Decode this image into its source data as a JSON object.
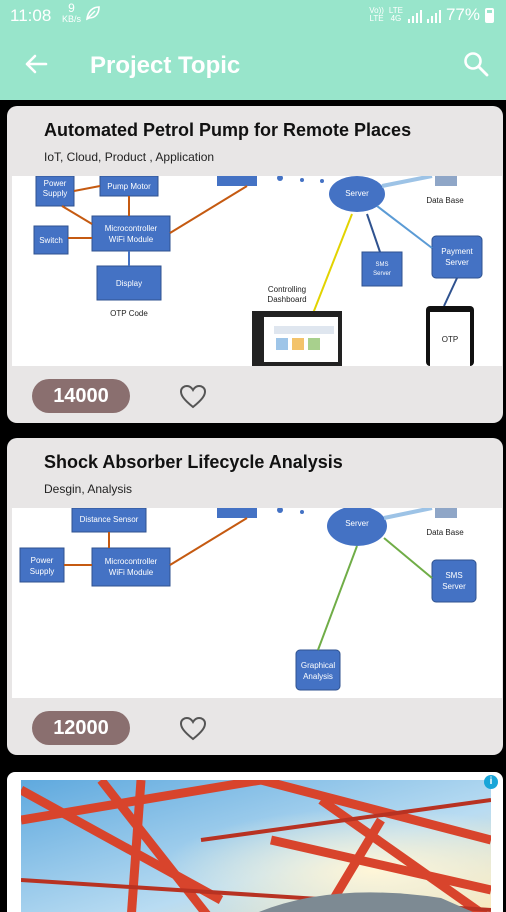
{
  "status_bar": {
    "time": "11:08",
    "notif_top": "9",
    "notif_bottom": "KB/s",
    "volte_top": "Vo))",
    "volte_bottom": "LTE",
    "lte_top": "LTE",
    "lte_bottom": "4G",
    "battery_percent": "77%",
    "icons": [
      "leaf-icon",
      "signal-icon",
      "battery-icon"
    ]
  },
  "app_bar": {
    "title": "Project Topic",
    "icons": [
      "back-arrow-icon",
      "search-icon"
    ]
  },
  "cards": [
    {
      "title": "Automated Petrol Pump for Remote Places",
      "tags": "IoT, Cloud, Product , Application",
      "price": "14000",
      "diagram": {
        "power_supply_1": "Power",
        "power_supply_2": "Supply",
        "pump_motor": "Pump Motor",
        "mcu_1": "Microcontroller",
        "mcu_2": "WiFi Module",
        "switch": "Switch",
        "display": "Display",
        "otp_code": "OTP Code",
        "server": "Server",
        "database": "Data Base",
        "sms_1": "SMS",
        "sms_2": "Server",
        "payment_1": "Payment",
        "payment_2": "Server",
        "controlling_1": "Controlling",
        "controlling_2": "Dashboard",
        "otp": "OTP"
      }
    },
    {
      "title": "Shock Absorber Lifecycle Analysis",
      "tags": "Desgin, Analysis",
      "price": "12000",
      "diagram": {
        "distance_sensor": "Distance Sensor",
        "power_supply_1": "Power",
        "power_supply_2": "Supply",
        "mcu_1": "Microcontroller",
        "mcu_2": "WiFi Module",
        "server": "Server",
        "database": "Data Base",
        "sms_1": "SMS",
        "sms_2": "Server",
        "graphical_1": "Graphical",
        "graphical_2": "Analysis"
      }
    }
  ],
  "ad": {
    "info_icon_label": "i"
  },
  "colors": {
    "accent": "#98e5cb",
    "price_badge": "#8a6f6f",
    "diagram_box": "#4472c4",
    "card_bg": "#e8e6e6"
  }
}
